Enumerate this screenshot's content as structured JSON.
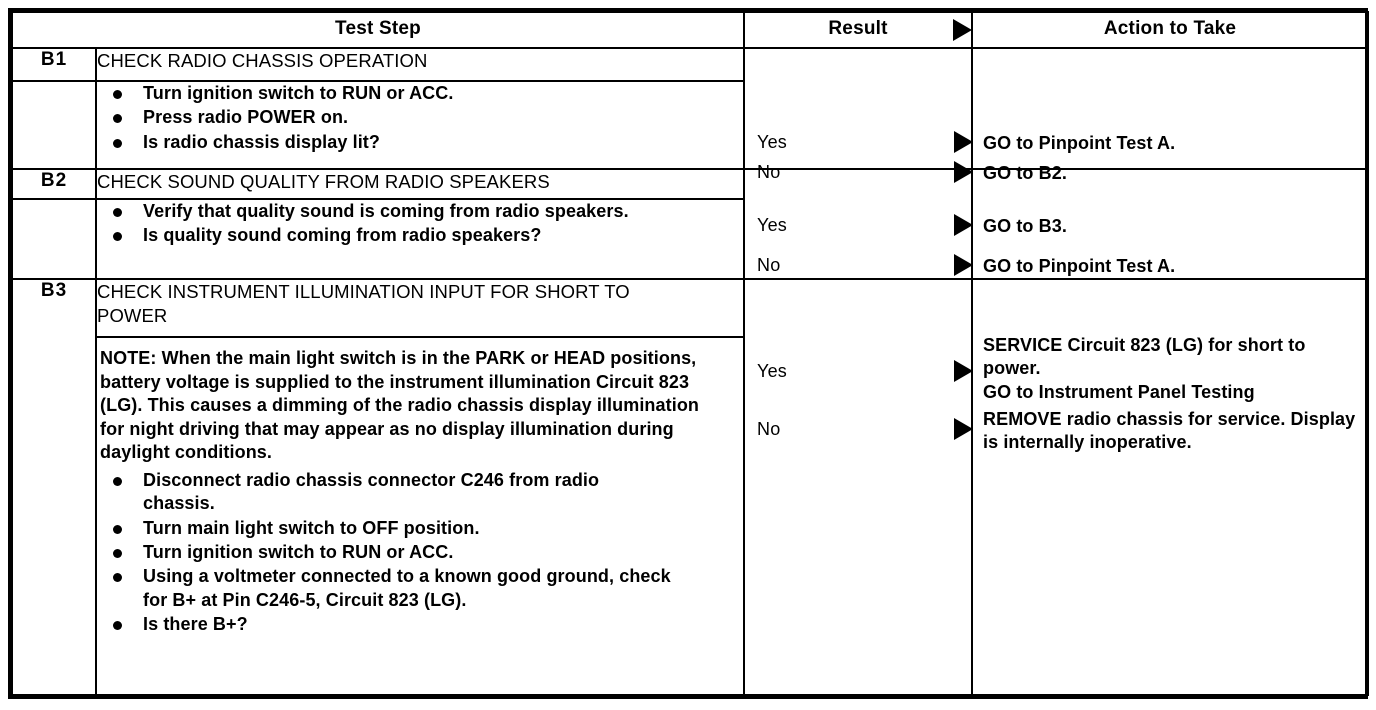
{
  "table": {
    "headers": {
      "test_step": "Test Step",
      "result": "Result",
      "action": "Action to Take",
      "result_marker_icon": "right-triangle-icon"
    },
    "steps": [
      {
        "id": "B1",
        "title": "CHECK RADIO CHASSIS OPERATION",
        "bullets": [
          "Turn ignition switch to RUN or ACC.",
          "Press radio POWER on.",
          "Is radio chassis display lit?"
        ],
        "results": [
          {
            "label": "Yes",
            "marker_icon": "right-triangle-icon",
            "action_lines": [
              "GO to Pinpoint Test A."
            ]
          },
          {
            "label": "No",
            "marker_icon": "right-triangle-icon",
            "action_lines": [
              "GO to B2."
            ]
          }
        ]
      },
      {
        "id": "B2",
        "title": "CHECK SOUND QUALITY FROM RADIO SPEAKERS",
        "bullets": [
          "Verify that quality sound is coming from radio speakers.",
          "Is quality sound coming from radio speakers?"
        ],
        "results": [
          {
            "label": "Yes",
            "marker_icon": "right-triangle-icon",
            "action_lines": [
              "GO to B3."
            ]
          },
          {
            "label": "No",
            "marker_icon": "right-triangle-icon",
            "action_lines": [
              "GO to Pinpoint Test A."
            ]
          }
        ]
      },
      {
        "id": "B3",
        "title": "CHECK INSTRUMENT ILLUMINATION INPUT FOR SHORT TO POWER",
        "note": "NOTE: When the main light switch is in the PARK or HEAD positions, battery voltage is supplied to the instrument illumination Circuit 823 (LG). This causes a dimming of the radio chassis display illumination for night driving that may appear as no display illumination during daylight conditions.",
        "bullets": [
          "Disconnect radio chassis connector C246 from radio chassis.",
          "Turn main light switch to OFF position.",
          "Turn ignition switch to RUN or ACC.",
          "Using a voltmeter connected to a known good ground, check for B+ at Pin C246-5, Circuit 823 (LG).",
          "Is there B+?"
        ],
        "results": [
          {
            "label": "Yes",
            "marker_icon": "right-triangle-icon",
            "action_lines": [
              "SERVICE Circuit 823 (LG) for short to power.",
              "GO to Instrument Panel Testing"
            ]
          },
          {
            "label": "No",
            "marker_icon": "right-triangle-icon",
            "action_lines": [
              "REMOVE radio chassis for service. Display is internally inoperative."
            ]
          }
        ]
      }
    ]
  },
  "colors": {
    "ink": "#000000",
    "paper": "#ffffff"
  }
}
